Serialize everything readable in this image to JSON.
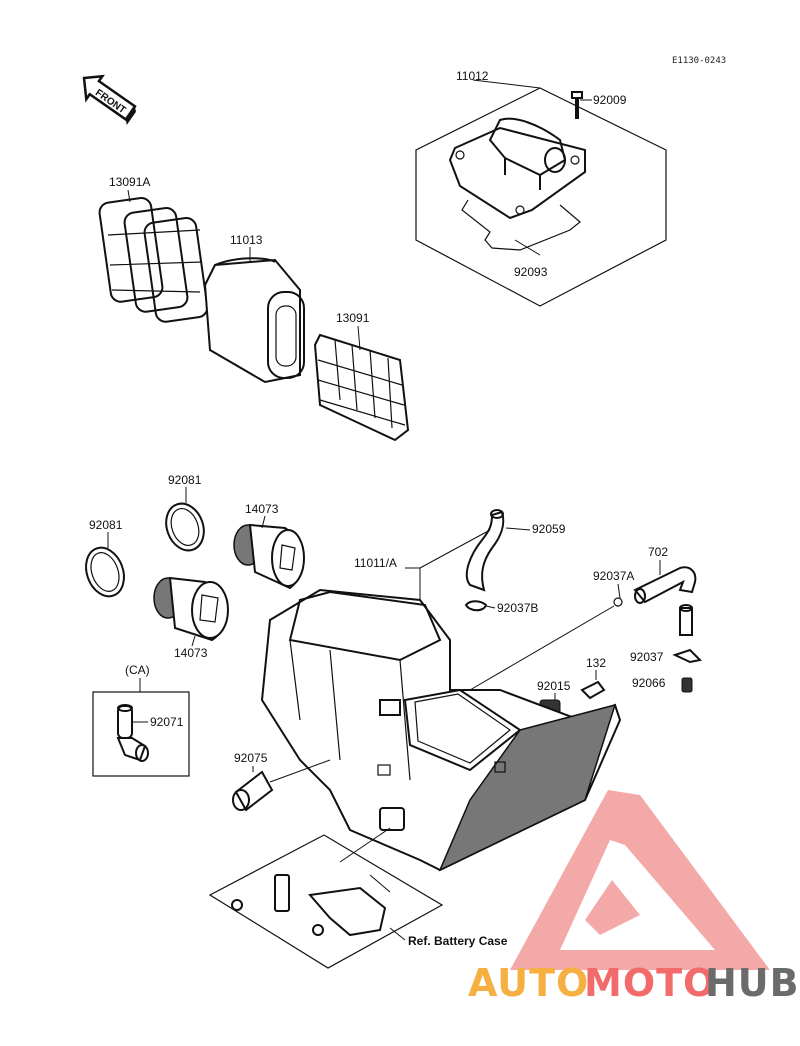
{
  "diagram": {
    "code": "E1130-0243",
    "front_label": "FRONT",
    "ref_label": "Ref. Battery Case",
    "group_label": "(CA)",
    "part_labels": {
      "p11012": "11012",
      "p92009": "92009",
      "p92093": "92093",
      "p13091a": "13091A",
      "p11013": "11013",
      "p13091": "13091",
      "p92081_top": "92081",
      "p92081_left": "92081",
      "p14073_top": "14073",
      "p14073_bottom": "14073",
      "p92059": "92059",
      "p11011a": "11011/A",
      "p92037b": "92037B",
      "p92037a": "92037A",
      "p702": "702",
      "p92015": "92015",
      "p132": "132",
      "p92037": "92037",
      "p92066": "92066",
      "p92071": "92071",
      "p92075": "92075"
    }
  },
  "watermark": {
    "part1": "AUTO",
    "part2": "MOTO",
    "part3": "HUB",
    "color_accent": "#f26b6b",
    "color_light": "#f5b041",
    "color_dark": "#6b6b6b"
  }
}
